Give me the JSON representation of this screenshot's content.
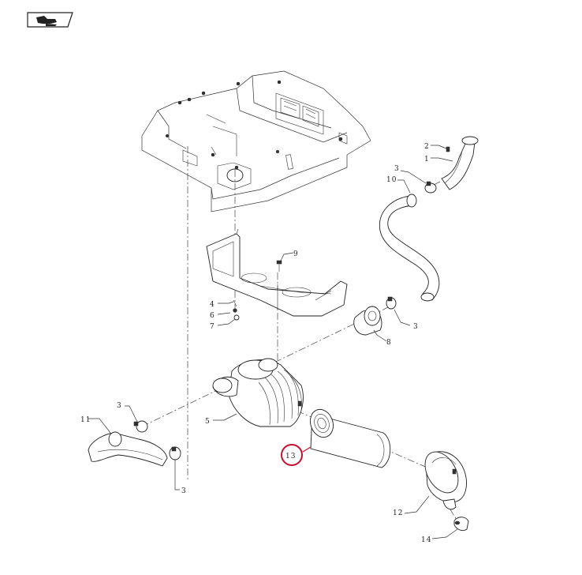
{
  "icons": {
    "nav": "hand-pointer-icon"
  },
  "colors": {
    "highlight": "#c8102e",
    "ink": "#222222"
  },
  "callouts": [
    {
      "id": "c1",
      "text": "1"
    },
    {
      "id": "c2",
      "text": "2"
    },
    {
      "id": "c3a",
      "text": "3"
    },
    {
      "id": "c10",
      "text": "10"
    },
    {
      "id": "c9",
      "text": "9"
    },
    {
      "id": "c4",
      "text": "4"
    },
    {
      "id": "c6",
      "text": "6"
    },
    {
      "id": "c7",
      "text": "7"
    },
    {
      "id": "c8",
      "text": "8"
    },
    {
      "id": "c3b",
      "text": "3"
    },
    {
      "id": "c3c",
      "text": "3"
    },
    {
      "id": "c11",
      "text": "11"
    },
    {
      "id": "c5",
      "text": "5"
    },
    {
      "id": "c3d",
      "text": "3"
    },
    {
      "id": "c13",
      "text": "13"
    },
    {
      "id": "c12",
      "text": "12"
    },
    {
      "id": "c14",
      "text": "14"
    }
  ],
  "highlighted_part": "13"
}
